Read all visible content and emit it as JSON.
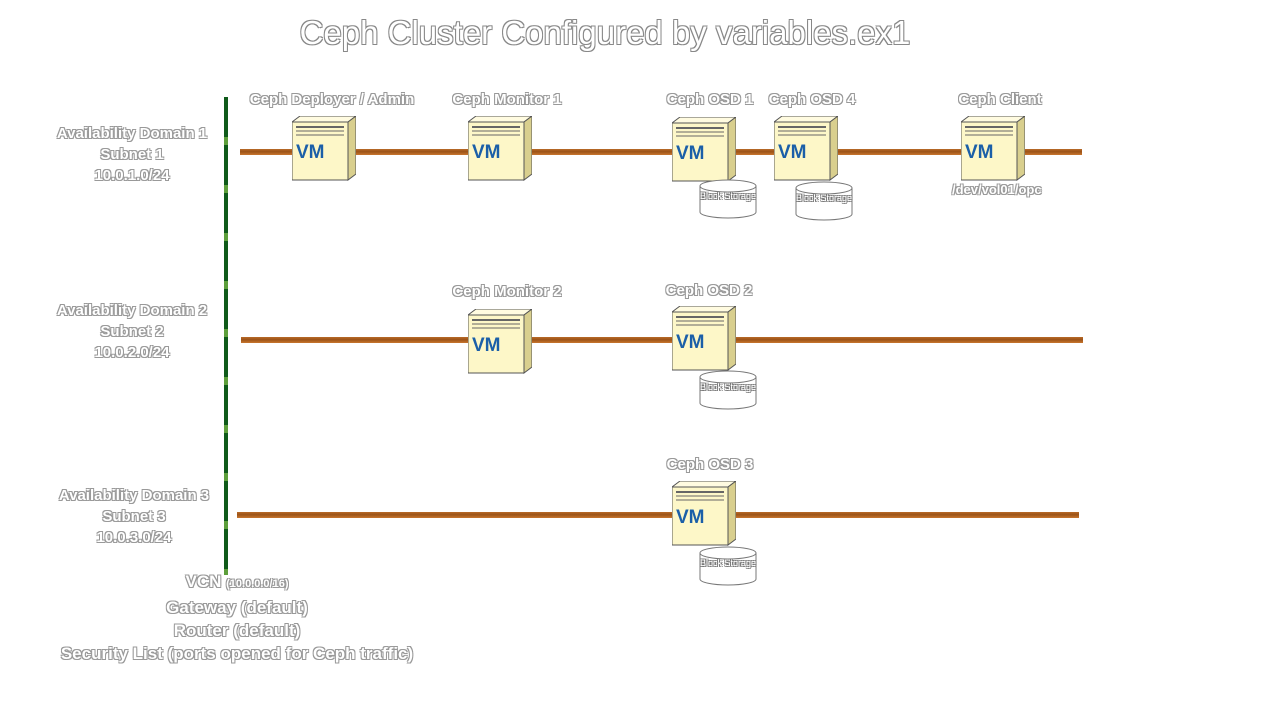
{
  "title": "Ceph Cluster Configured by variables.ex1",
  "availability_domains": [
    {
      "name": "Availability Domain 1",
      "subnet": "Subnet 1",
      "cidr": "10.0.1.0/24"
    },
    {
      "name": "Availability Domain 2",
      "subnet": "Subnet 2",
      "cidr": "10.0.2.0/24"
    },
    {
      "name": "Availability Domain 3",
      "subnet": "Subnet 3",
      "cidr": "10.0.3.0/24"
    }
  ],
  "nodes": {
    "deployer": "Ceph Deployer / Admin",
    "monitor1": "Ceph Monitor 1",
    "osd1": "Ceph OSD 1",
    "osd4": "Ceph OSD 4",
    "client": "Ceph Client",
    "monitor2": "Ceph Monitor 2",
    "osd2": "Ceph OSD 2",
    "osd3": "Ceph OSD 3"
  },
  "vm_label": "VM",
  "block_storage_label": "Block Storage",
  "client_path": "/dev/vol01/opc",
  "vcn": {
    "name": "VCN",
    "cidr": "(10.0.0.0/16)",
    "gateway": "Gateway (default)",
    "router": "Router (default)",
    "security_list": "Security List (ports opened for Ceph traffic)"
  },
  "colors": {
    "subnet_line": "#9c5318",
    "vcn_line": "#0f5a1a",
    "vm_body": "#fdf7c8",
    "vm_text": "#1b5fa8"
  }
}
